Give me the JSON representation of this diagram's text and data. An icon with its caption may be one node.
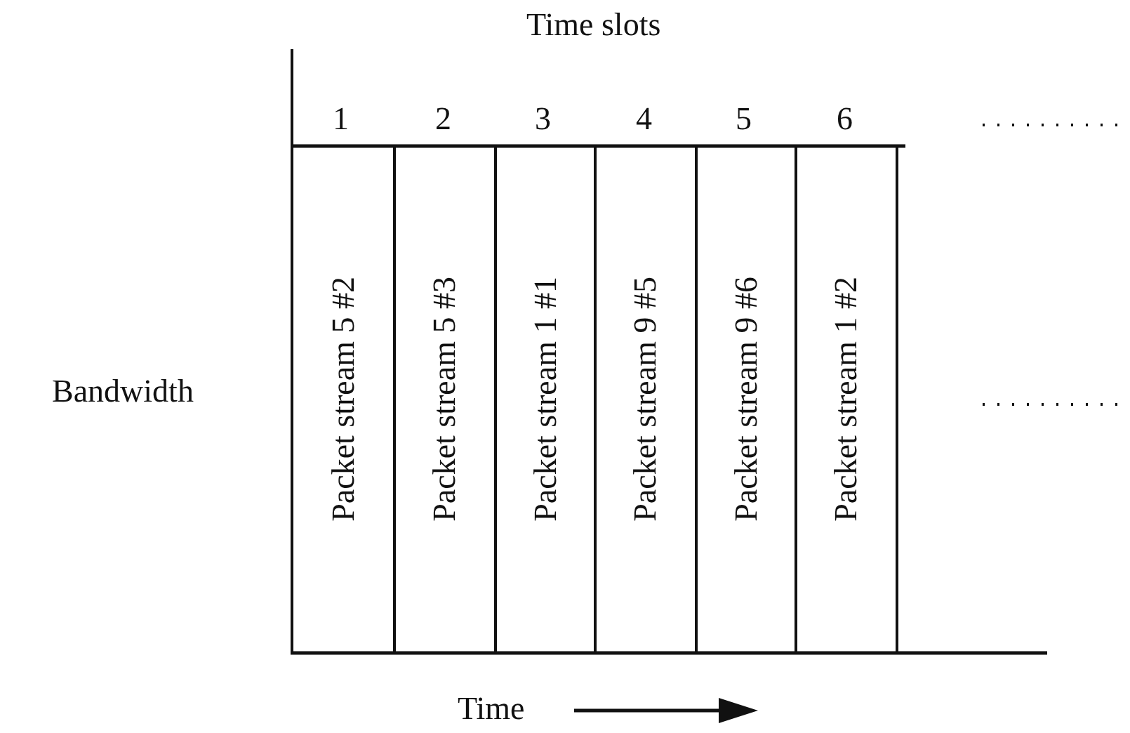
{
  "diagram": {
    "nodes": [
      {
        "text": [
          "Packet stream 5 #2"
        ]
      },
      {
        "text": [
          "Packet stream 5 #3"
        ]
      },
      {
        "text": [
          "Packet stream 1 #1"
        ]
      },
      {
        "text": [
          "Packet stream 9 #5"
        ]
      },
      {
        "text": [
          "Packet stream 9 #6"
        ]
      },
      {
        "text": [
          "Packet stream 1 #2"
        ]
      }
    ],
    "edges": [],
    "labels": [
      "Time slots",
      "1",
      "2",
      "3",
      "4",
      "5",
      "6",
      "Bandwidth",
      "Time"
    ]
  }
}
